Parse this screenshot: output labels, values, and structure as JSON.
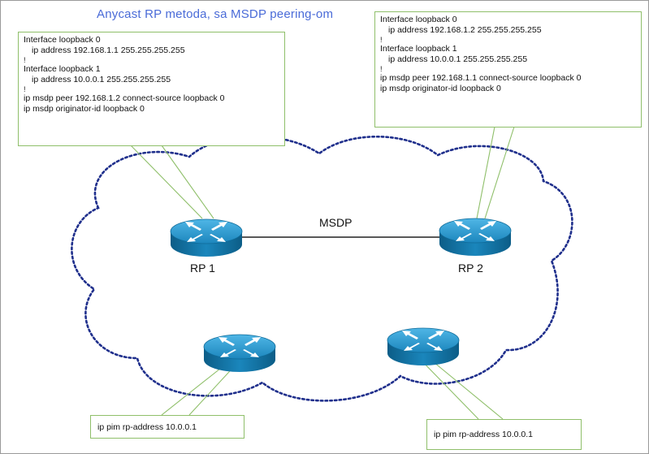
{
  "title": "Anycast RP metoda, sa MSDP peering-om",
  "rp1_config": {
    "lines": [
      "Interface loopback 0",
      "ip address 192.168.1.1 255.255.255.255",
      "!",
      "Interface loopback 1",
      "ip address 10.0.0.1 255.255.255.255",
      "!",
      "ip msdp peer 192.168.1.2 connect-source loopback 0",
      "ip msdp originator-id loopback 0"
    ]
  },
  "rp2_config": {
    "lines": [
      "Interface loopback 0",
      "ip address 192.168.1.2 255.255.255.255",
      "!",
      "Interface loopback 1",
      "ip address 10.0.0.1 255.255.255.255",
      "!",
      "ip msdp peer 192.168.1.1 connect-source loopback 0",
      "ip msdp originator-id loopback 0"
    ]
  },
  "link_label": "MSDP",
  "routers": {
    "rp1_label": "RP 1",
    "rp2_label": "RP 2"
  },
  "pim_left": "ip pim rp-address 10.0.0.1",
  "pim_right": "ip pim rp-address 10.0.0.1",
  "colors": {
    "cloud_border": "#1f2f8c",
    "router_fill": "#1f8fc4",
    "callout_border": "#8fbf6a",
    "title": "#4a6bd8"
  }
}
